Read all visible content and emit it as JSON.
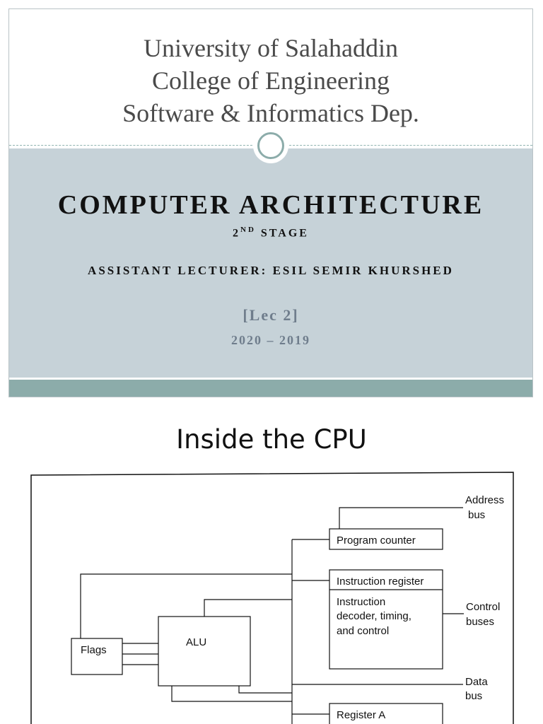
{
  "slide1": {
    "institution_lines": [
      "University of Salahaddin",
      "College of Engineering",
      "Software & Informatics Dep."
    ],
    "course_title": "COMPUTER ARCHITECTURE",
    "stage_number": "2",
    "stage_suffix": "ND",
    "stage_word": "STAGE",
    "lecturer": "ASSISTANT LECTURER: ESIL SEMIR KHURSHED",
    "lecture": "[Lec 2]",
    "years": "2020 – 2019",
    "colors": {
      "band": "#c6d2d8",
      "footer_bar": "#8cacaa",
      "accent_text": "#6f7d8c"
    }
  },
  "slide2": {
    "title": "Inside the CPU",
    "diagram": {
      "address_bus": [
        "Address",
        "bus"
      ],
      "program_counter": "Program counter",
      "instruction_register": "Instruction register",
      "decoder": [
        "Instruction",
        "decoder, timing,",
        "and control"
      ],
      "control_buses": [
        "Control",
        "buses"
      ],
      "flags": "Flags",
      "alu": "ALU",
      "data_bus": [
        "Data",
        "bus"
      ],
      "register_a": "Register A"
    }
  }
}
